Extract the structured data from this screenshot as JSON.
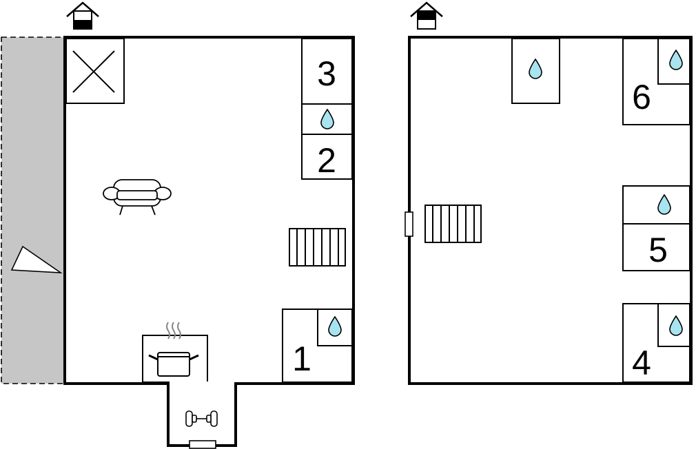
{
  "floor_plan": {
    "colors": {
      "wall": "#000000",
      "terrace": "#c6c6c6",
      "water": "#a8e4f0",
      "background": "#ffffff"
    },
    "floors": [
      {
        "id": "ground-floor",
        "floor_icon": "house-ground-floor-icon",
        "rooms": [
          {
            "label": "3",
            "type": "bedroom"
          },
          {
            "label": "2",
            "type": "bedroom"
          },
          {
            "label": "1",
            "type": "bedroom"
          }
        ],
        "icons": [
          "fireplace-icon",
          "sofa-icon",
          "stairs-icon",
          "cooktop-icon",
          "water-drop-icon",
          "fitness-icon",
          "terrace-icon"
        ]
      },
      {
        "id": "upper-floor",
        "floor_icon": "house-upper-floor-icon",
        "rooms": [
          {
            "label": "6",
            "type": "bedroom"
          },
          {
            "label": "5",
            "type": "bedroom"
          },
          {
            "label": "4",
            "type": "bedroom"
          }
        ],
        "icons": [
          "water-drop-icon",
          "stairs-icon",
          "door-icon"
        ]
      }
    ]
  }
}
